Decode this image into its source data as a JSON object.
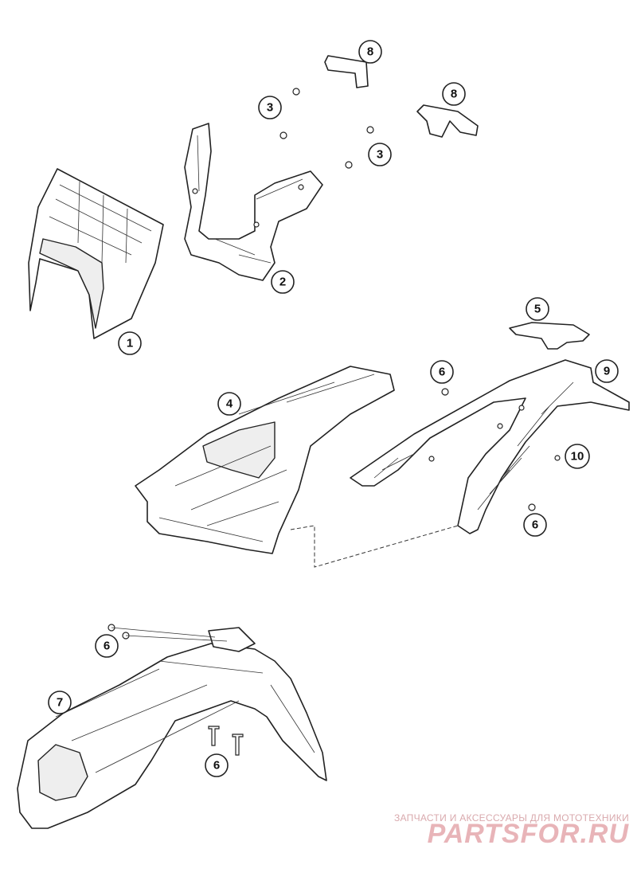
{
  "diagram": {
    "callouts": [
      {
        "id": "c1",
        "label": "1"
      },
      {
        "id": "c2",
        "label": "2"
      },
      {
        "id": "c3a",
        "label": "3"
      },
      {
        "id": "c3b",
        "label": "3"
      },
      {
        "id": "c4",
        "label": "4"
      },
      {
        "id": "c5",
        "label": "5"
      },
      {
        "id": "c6a",
        "label": "6"
      },
      {
        "id": "c6b",
        "label": "6"
      },
      {
        "id": "c6c",
        "label": "6"
      },
      {
        "id": "c6d",
        "label": "6"
      },
      {
        "id": "c7",
        "label": "7"
      },
      {
        "id": "c8a",
        "label": "8"
      },
      {
        "id": "c8b",
        "label": "8"
      },
      {
        "id": "c9",
        "label": "9"
      },
      {
        "id": "c10",
        "label": "10"
      }
    ]
  },
  "watermark": {
    "caption": "ЗАПЧАСТИ И АКСЕССУАРЫ ДЛЯ МОТОТЕХНИКИ",
    "logo": "PARTSFOR.RU",
    "color": "#e8b4b8"
  }
}
